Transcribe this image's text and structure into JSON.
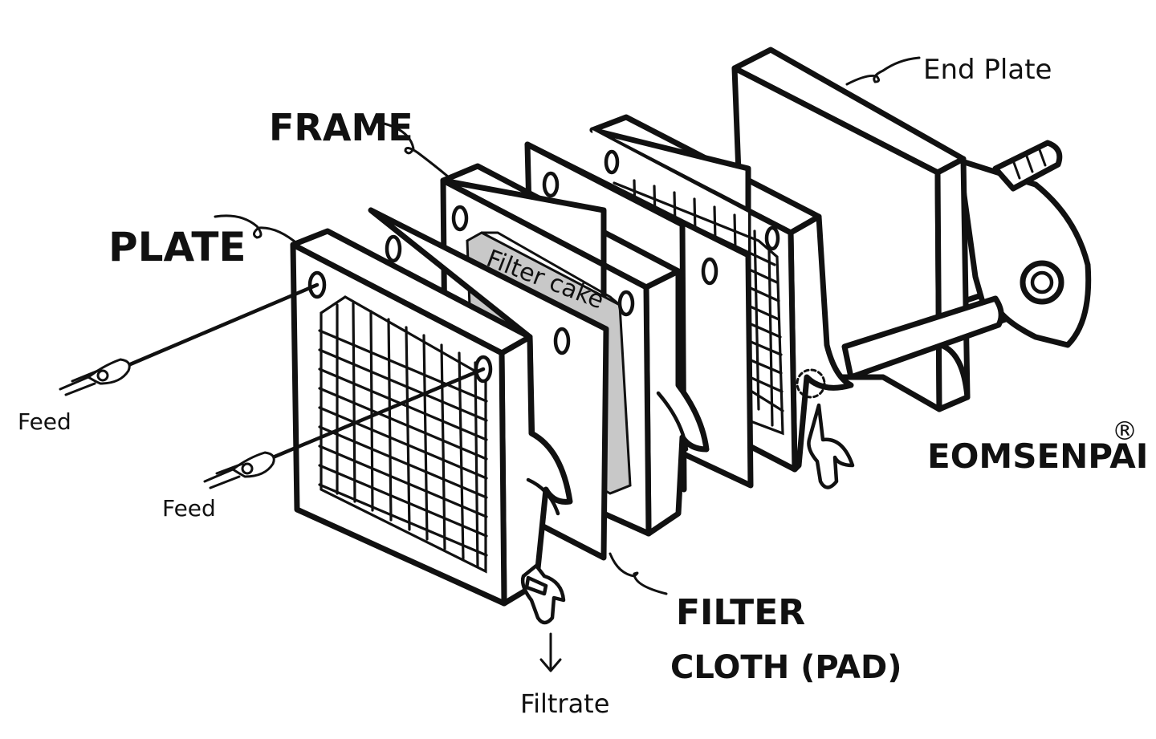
{
  "labels": {
    "plate": "PLATE",
    "frame": "FRAME",
    "filter_cloth_line1": "FILTER",
    "filter_cloth_line2": "CLOTH (PAD)",
    "end_plate": "End Plate",
    "feed_top": "Feed",
    "feed_bottom": "Feed",
    "filtrate": "Filtrate",
    "filter_cake": "Filter cake"
  },
  "brand": {
    "name": "EOMSENPAI",
    "mark": "®"
  },
  "colors": {
    "ink": "#111111",
    "paper": "#ffffff",
    "cake": "#c8c8c8"
  }
}
